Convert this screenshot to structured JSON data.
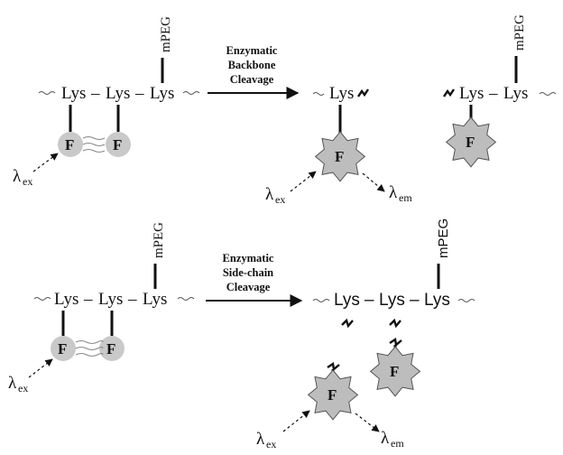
{
  "residue": "Lys",
  "dash": "–",
  "mpeg": "mPEG",
  "fluor": "F",
  "lambda": "λ",
  "ex": "ex",
  "em": "em",
  "colors": {
    "fluor_fill": "#c9c9c9",
    "line": "#111111",
    "connector": "#888888"
  },
  "top_arrow": [
    "Enzymatic",
    "Backbone",
    "Cleavage"
  ],
  "bottom_arrow": [
    "Enzymatic",
    "Side-chain",
    "Cleavage"
  ]
}
